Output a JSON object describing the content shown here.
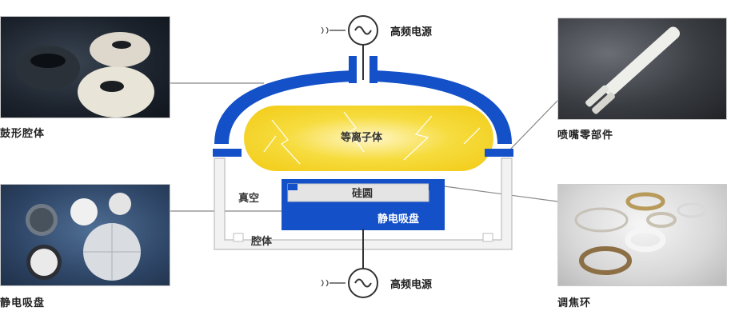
{
  "rf_source_top": "高频电源",
  "rf_source_bottom": "高频电源",
  "plasma": "等离子体",
  "wafer": "硅圆",
  "vacuum": "真空",
  "chamber_body": "腔体",
  "esc_label": "静电吸盘",
  "photos": {
    "dome": {
      "caption": "鼓形腔体"
    },
    "esc": {
      "caption": "静电吸盘"
    },
    "nozzle": {
      "caption": "喷嘴零部件"
    },
    "focus_ring": {
      "caption": "调焦环"
    }
  },
  "colors": {
    "blue": "#1450c8",
    "plasma": "#f6d530",
    "chamber": "#f2f2f2"
  }
}
